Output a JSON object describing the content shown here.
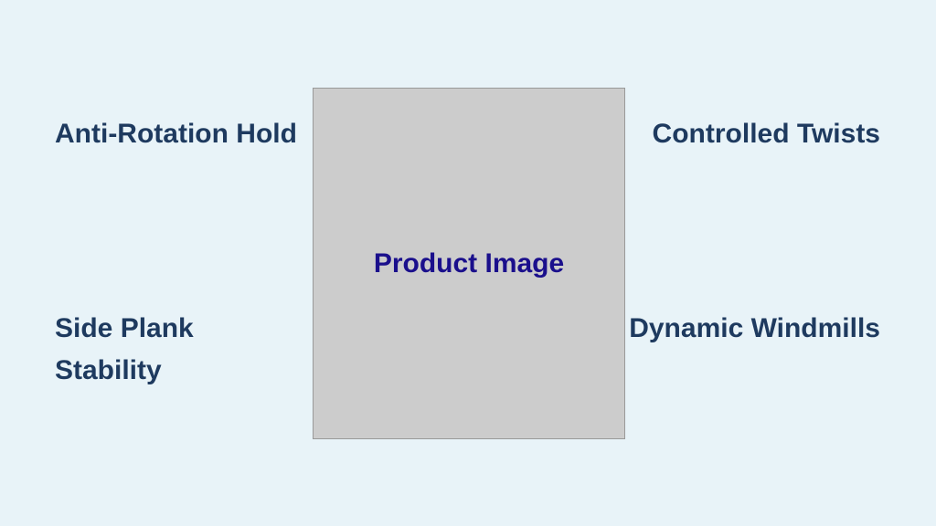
{
  "labels": {
    "top_left": "Anti-Rotation Hold",
    "top_right": "Controlled Twists",
    "bottom_left": "Side Plank Stability",
    "bottom_right": "Dynamic Windmills"
  },
  "image": {
    "placeholder": "Product Image"
  }
}
